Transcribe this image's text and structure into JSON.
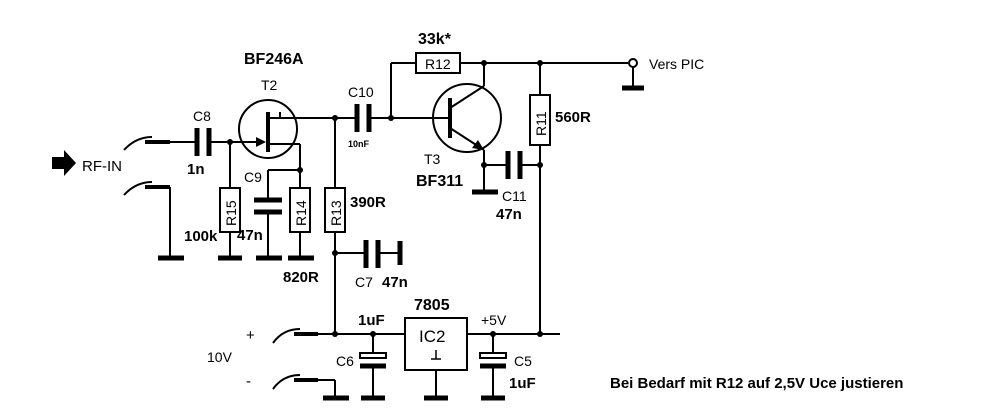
{
  "components": {
    "T2": {
      "name": "T2",
      "type": "BF246A"
    },
    "T3": {
      "name": "T3",
      "type": "BF311"
    },
    "C8": {
      "name": "C8",
      "value": "1n"
    },
    "C9": {
      "name": "C9",
      "value": "47n"
    },
    "C10": {
      "name": "C10",
      "value": "10nF"
    },
    "C11": {
      "name": "C11",
      "value": "47n"
    },
    "C7": {
      "name": "C7",
      "value": "47n"
    },
    "C6": {
      "name": "C6",
      "value": "1uF"
    },
    "C5": {
      "name": "C5",
      "value": "1uF"
    },
    "R15": {
      "name": "R15",
      "value": "100k"
    },
    "R14": {
      "name": "R14",
      "value": "820R"
    },
    "R13": {
      "name": "R13",
      "value": "390R"
    },
    "R12": {
      "name": "R12",
      "value": "33k*"
    },
    "R11": {
      "name": "R11",
      "value": "560R"
    },
    "IC2": {
      "name": "IC2",
      "type": "7805"
    }
  },
  "labels": {
    "rf_in": "RF-IN",
    "vers_pic": "Vers PIC",
    "supply_voltage": "10V",
    "plus": "+",
    "minus": "-",
    "plus5v": "+5V",
    "note": "Bei Bedarf mit R12 auf 2,5V Uce justieren"
  }
}
